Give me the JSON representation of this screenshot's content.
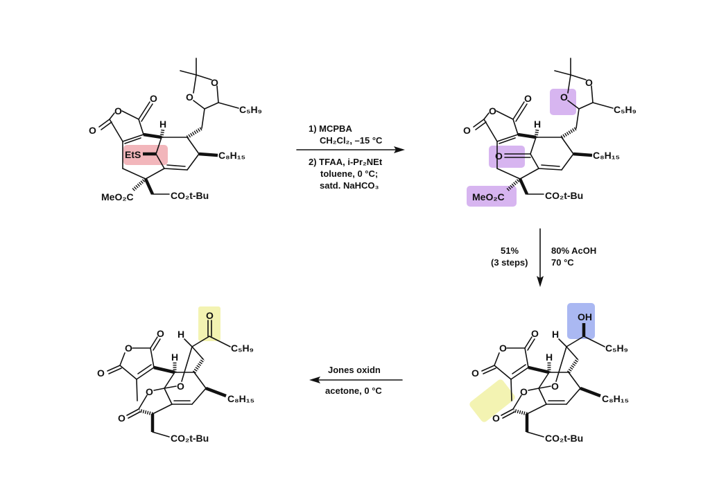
{
  "colors": {
    "highlight_pink": "#f2b6bb",
    "highlight_purple": "#d7b5f0",
    "highlight_blue": "#aab8f2",
    "highlight_yellow": "#f3f3b2"
  },
  "atoms": {
    "O": "O",
    "H": "H",
    "OH": "OH",
    "EtS": "EtS",
    "C5H9": "C₅H₉",
    "C8H15": "C₈H₁₅",
    "MeO2C": "MeO₂C",
    "CO2tBu": "CO₂t-Bu"
  },
  "step1": {
    "line1": "1) MCPBA",
    "line2": "CH₂Cl₂, –15 °C",
    "line3": "2) TFAA, i-Pr₂NEt",
    "line4": "toluene, 0 °C;",
    "line5": "satd. NaHCO₃"
  },
  "step2": {
    "yield": "51%",
    "steps": "(3 steps)",
    "reagent": "80% AcOH",
    "temp": "70 °C"
  },
  "step3": {
    "reagent": "Jones oxidn",
    "conditions": "acetone, 0 °C"
  }
}
